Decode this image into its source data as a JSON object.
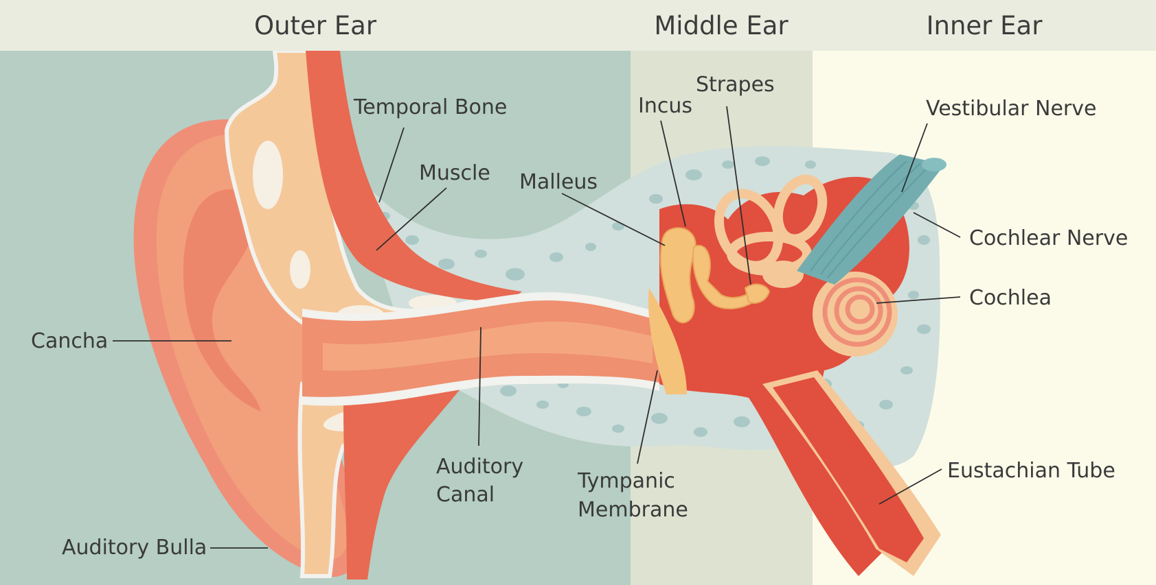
{
  "sections": {
    "outer": "Outer Ear",
    "middle": "Middle Ear",
    "inner": "Inner Ear"
  },
  "labels": {
    "temporal_bone": "Temporal Bone",
    "muscle": "Muscle",
    "malleus": "Malleus",
    "incus": "Incus",
    "strapes": "Strapes",
    "vestibular_nerve": "Vestibular Nerve",
    "cochlear_nerve": "Cochlear Nerve",
    "cochlea": "Cochlea",
    "cancha": "Cancha",
    "auditory_canal_line1": "Auditory",
    "auditory_canal_line2": "Canal",
    "tympanic_line1": "Tympanic",
    "tympanic_line2": "Membrane",
    "eustachian_tube": "Eustachian Tube",
    "auditory_bulla": "Auditory Bulla"
  },
  "colors": {
    "header_band": "#e9ecdf",
    "outer_bg": "#b6cec4",
    "middle_bg": "#dee2d1",
    "inner_bg": "#fcfbea",
    "bone": "#d1e0dc",
    "bone_spots": "#a9c8c6",
    "skin": "#ef9f7c",
    "skin_dark": "#e9735e",
    "cartilage": "#f5c89a",
    "red": "#e14f3e",
    "ossicle": "#f5c27a",
    "nerve": "#74adb0"
  }
}
